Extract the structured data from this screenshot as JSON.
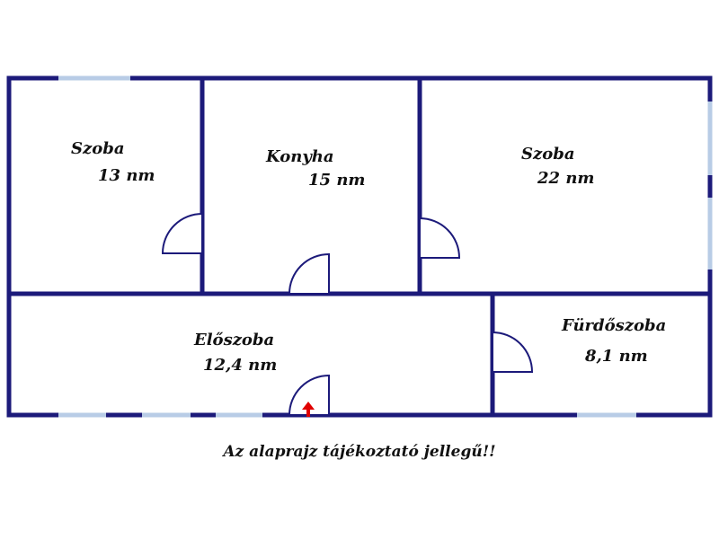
{
  "rooms": [
    {
      "name": "Szoba",
      "area": "13 nm"
    },
    {
      "name": "Konyha",
      "area": "15 nm"
    },
    {
      "name": "Szoba",
      "area": "22 nm"
    },
    {
      "name": "Előszoba",
      "area": "12,4 nm"
    },
    {
      "name": "Fürdőszoba",
      "area": "8,1 nm"
    }
  ],
  "caption": "Az alaprajz tájékoztató jellegű!!",
  "colors": {
    "wall": "#1c1a7a",
    "window": "#b8cce6",
    "entry_arrow": "#e00000"
  },
  "icons": {
    "entry": "entry-arrow-icon"
  }
}
